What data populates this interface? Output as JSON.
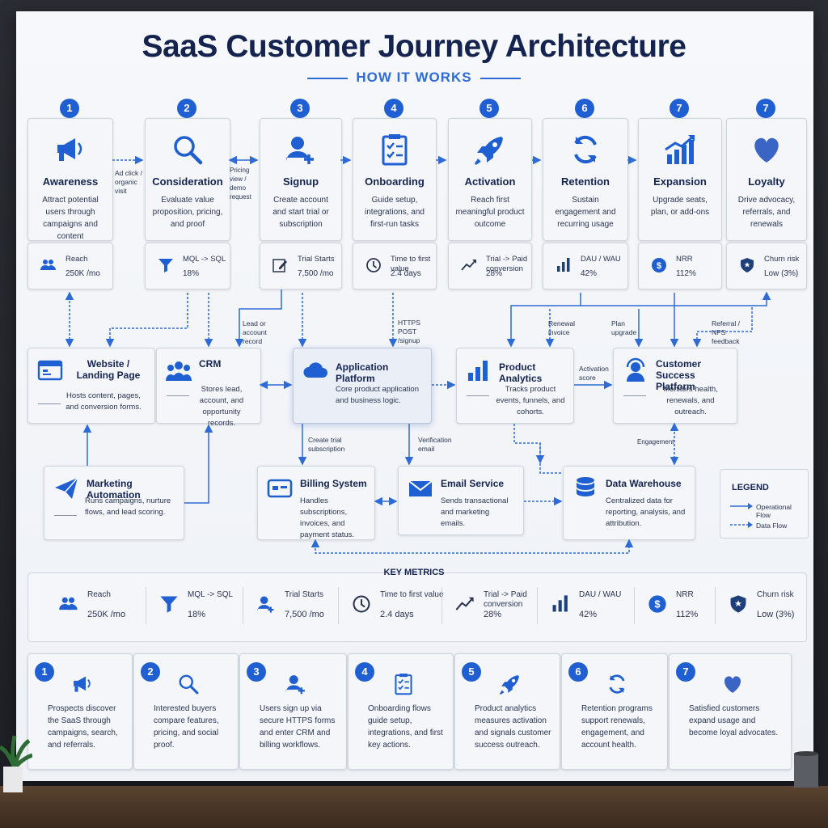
{
  "title": "SaaS Customer Journey Architecture",
  "subtitle": "HOW IT WORKS",
  "stages": [
    {
      "num": "1",
      "title": "Awareness",
      "desc": "Attract potential users through campaigns and content",
      "icon": "megaphone-icon",
      "metric_label": "Reach",
      "metric_value": "250K /mo",
      "metric_icon": "users-icon"
    },
    {
      "num": "2",
      "title": "Consideration",
      "desc": "Evaluate value proposition, pricing, and proof",
      "icon": "search-icon",
      "metric_label": "MQL -> SQL",
      "metric_value": "18%",
      "metric_icon": "funnel-icon"
    },
    {
      "num": "3",
      "title": "Signup",
      "desc": "Create account and start trial or subscription",
      "icon": "user-plus-icon",
      "metric_label": "Trial Starts",
      "metric_value": "7,500 /mo",
      "metric_icon": "edit-icon"
    },
    {
      "num": "4",
      "title": "Onboarding",
      "desc": "Guide setup, integrations, and first-run tasks",
      "icon": "checklist-icon",
      "metric_label": "Time to first value",
      "metric_value": "2.4 days",
      "metric_icon": "clock-icon"
    },
    {
      "num": "5",
      "title": "Activation",
      "desc": "Reach first meaningful product outcome",
      "icon": "rocket-icon",
      "metric_label": "Trial -> Paid conversion",
      "metric_value": "28%",
      "metric_icon": "trend-icon"
    },
    {
      "num": "6",
      "title": "Retention",
      "desc": "Sustain engagement and recurring usage",
      "icon": "refresh-icon",
      "metric_label": "DAU / WAU",
      "metric_value": "42%",
      "metric_icon": "bar-chart-icon"
    },
    {
      "num": "7",
      "title": "Expansion",
      "desc": "Upgrade seats, plan, or add-ons",
      "icon": "growth-chart-icon",
      "metric_label": "NRR",
      "metric_value": "112%",
      "metric_icon": "dollar-icon"
    },
    {
      "num": "7",
      "title": "Loyalty",
      "desc": "Drive advocacy, referrals, and renewals",
      "icon": "heart-icon",
      "metric_label": "Churn risk",
      "metric_value": "Low (3%)",
      "metric_icon": "shield-icon"
    }
  ],
  "flow_labels": {
    "ad_click": "Ad click / organic visit",
    "pricing_view": "Pricing view / demo request",
    "lead_record": "Lead or account record",
    "https_post": "HTTPS POST /signup",
    "renewal_invoice": "Renewal invoice",
    "plan_upgrade": "Plan upgrade",
    "referral": "Referral / NPS feedback",
    "activation_score": "Activation score",
    "create_trial": "Create trial subscription",
    "verification_email": "Verification email",
    "engagement": "Engagement"
  },
  "systems": {
    "website": {
      "title": "Website / Landing Page",
      "desc": "Hosts content, pages, and conversion forms."
    },
    "crm": {
      "title": "CRM",
      "desc": "Stores lead, account, and opportunity records."
    },
    "app_platform": {
      "title": "Application Platform",
      "desc": "Core product application and business logic."
    },
    "product_analytics": {
      "title": "Product Analytics",
      "desc": "Tracks product events, funnels, and cohorts."
    },
    "customer_success": {
      "title": "Customer Success Platform",
      "desc": "Monitors health, renewals, and outreach."
    },
    "marketing_automation": {
      "title": "Marketing Automation",
      "desc": "Runs campaigns, nurture flows, and lead scoring."
    },
    "billing": {
      "title": "Billing System",
      "desc": "Handles subscriptions, invoices, and payment status."
    },
    "email": {
      "title": "Email Service",
      "desc": "Sends transactional and marketing emails."
    },
    "data_warehouse": {
      "title": "Data Warehouse",
      "desc": "Centralized data for reporting, analysis, and attribution."
    }
  },
  "legend": {
    "title": "LEGEND",
    "operational": "Operational Flow",
    "data": "Data Flow"
  },
  "key_metrics": {
    "title": "KEY METRICS",
    "items": [
      {
        "label": "Reach",
        "value": "250K /mo",
        "icon": "users-icon"
      },
      {
        "label": "MQL -> SQL",
        "value": "18%",
        "icon": "funnel-icon"
      },
      {
        "label": "Trial Starts",
        "value": "7,500 /mo",
        "icon": "user-plus-icon"
      },
      {
        "label": "Time to first value",
        "value": "2.4 days",
        "icon": "clock-icon"
      },
      {
        "label": "Trial -> Paid conversion",
        "value": "28%",
        "icon": "trend-icon"
      },
      {
        "label": "DAU / WAU",
        "value": "42%",
        "icon": "bar-chart-icon"
      },
      {
        "label": "NRR",
        "value": "112%",
        "icon": "dollar-icon"
      },
      {
        "label": "Churn risk",
        "value": "Low (3%)",
        "icon": "shield-icon"
      }
    ]
  },
  "steps": [
    {
      "num": "1",
      "text": "Prospects discover the SaaS through campaigns, search, and referrals.",
      "icon": "megaphone-icon"
    },
    {
      "num": "2",
      "text": "Interested buyers compare features, pricing, and social proof.",
      "icon": "search-icon"
    },
    {
      "num": "3",
      "text": "Users sign up via secure HTTPS forms and enter CRM and billing workflows.",
      "icon": "user-plus-icon"
    },
    {
      "num": "4",
      "text": "Onboarding flows guide setup, integrations, and first key actions.",
      "icon": "checklist-icon"
    },
    {
      "num": "5",
      "text": "Product analytics measures activation and signals customer success outreach.",
      "icon": "rocket-icon"
    },
    {
      "num": "6",
      "text": "Retention programs support renewals, engagement, and account health.",
      "icon": "refresh-icon"
    },
    {
      "num": "7",
      "text": "Satisfied customers expand usage and become loyal advocates.",
      "icon": "heart-icon"
    }
  ],
  "colors": {
    "accent": "#1f5fd1",
    "title": "#14244f",
    "board": "#f2f4f8"
  }
}
